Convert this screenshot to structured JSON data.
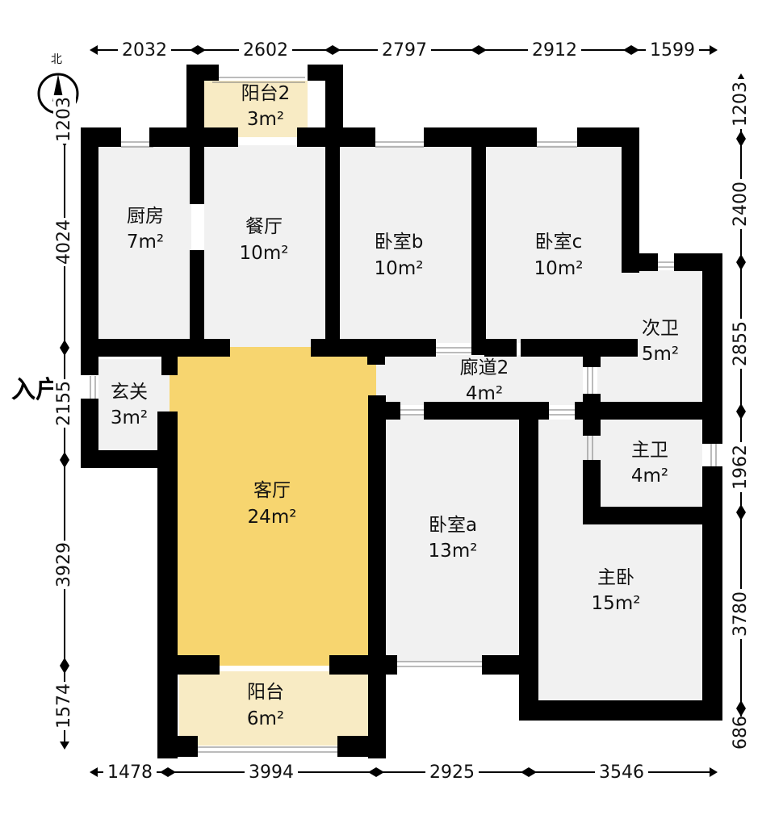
{
  "rooms": {
    "balcony2": {
      "name": "阳台2",
      "area": "3m²"
    },
    "kitchen": {
      "name": "厨房",
      "area": "7m²"
    },
    "dining": {
      "name": "餐厅",
      "area": "10m²"
    },
    "bedroom_b": {
      "name": "卧室b",
      "area": "10m²"
    },
    "bedroom_c": {
      "name": "卧室c",
      "area": "10m²"
    },
    "bath2": {
      "name": "次卫",
      "area": "5m²"
    },
    "foyer": {
      "name": "玄关",
      "area": "3m²"
    },
    "corridor2": {
      "name": "廊道2",
      "area": "4m²"
    },
    "master_bath": {
      "name": "主卫",
      "area": "4m²"
    },
    "living": {
      "name": "客厅",
      "area": "24m²"
    },
    "bedroom_a": {
      "name": "卧室a",
      "area": "13m²"
    },
    "master_bedroom": {
      "name": "主卧",
      "area": "15m²"
    },
    "balcony": {
      "name": "阳台",
      "area": "6m²"
    }
  },
  "entrance": "入户",
  "compass": {
    "north": "北",
    "icon": "compass-icon"
  },
  "dimensions": {
    "top": [
      "2032",
      "2602",
      "2797",
      "2912",
      "1599"
    ],
    "bottom": [
      "1478",
      "3994",
      "2925",
      "3546"
    ],
    "left": [
      "1203",
      "4024",
      "2155",
      "3929",
      "1574"
    ],
    "right": [
      "1203",
      "2400",
      "2855",
      "1962",
      "3780",
      "686"
    ]
  },
  "colors": {
    "wall": "#000000",
    "room_floor": "#f1f1f1",
    "living_floor": "#f7d56f",
    "balcony_floor": "#f8ebc4"
  }
}
